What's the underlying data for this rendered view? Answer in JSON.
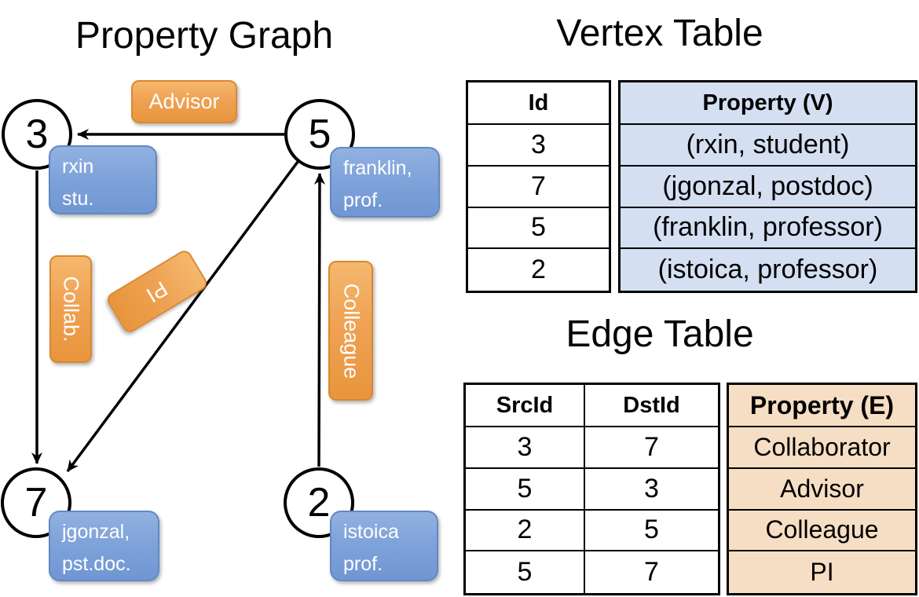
{
  "graph": {
    "title": "Property Graph",
    "nodes": [
      {
        "id": "3",
        "line1": "rxin",
        "line2": "stu."
      },
      {
        "id": "5",
        "line1": "franklin,",
        "line2": "prof."
      },
      {
        "id": "7",
        "line1": "jgonzal,",
        "line2": "pst.doc."
      },
      {
        "id": "2",
        "line1": "istoica",
        "line2": "prof."
      }
    ],
    "edge_labels": {
      "advisor": "Advisor",
      "collab": "Collab.",
      "pi": "PI",
      "colleague": "Colleague"
    }
  },
  "vertex_table": {
    "title": "Vertex Table",
    "headers": {
      "id": "Id",
      "property": "Property (V)"
    },
    "rows": [
      {
        "id": "3",
        "property": "(rxin, student)"
      },
      {
        "id": "7",
        "property": "(jgonzal, postdoc)"
      },
      {
        "id": "5",
        "property": "(franklin, professor)"
      },
      {
        "id": "2",
        "property": "(istoica, professor)"
      }
    ]
  },
  "edge_table": {
    "title": "Edge Table",
    "headers": {
      "src": "SrcId",
      "dst": "DstId",
      "property": "Property (E)"
    },
    "rows": [
      {
        "src": "3",
        "dst": "7",
        "property": "Collaborator"
      },
      {
        "src": "5",
        "dst": "3",
        "property": "Advisor"
      },
      {
        "src": "2",
        "dst": "5",
        "property": "Colleague"
      },
      {
        "src": "5",
        "dst": "7",
        "property": "PI"
      }
    ]
  },
  "colors": {
    "edge_label_orange": "#EFA254",
    "vertex_label_blue": "#7FA3DA",
    "vertex_property_fill": "#D4DFF2",
    "edge_property_fill": "#F5DEC3",
    "line_black": "#000000"
  }
}
